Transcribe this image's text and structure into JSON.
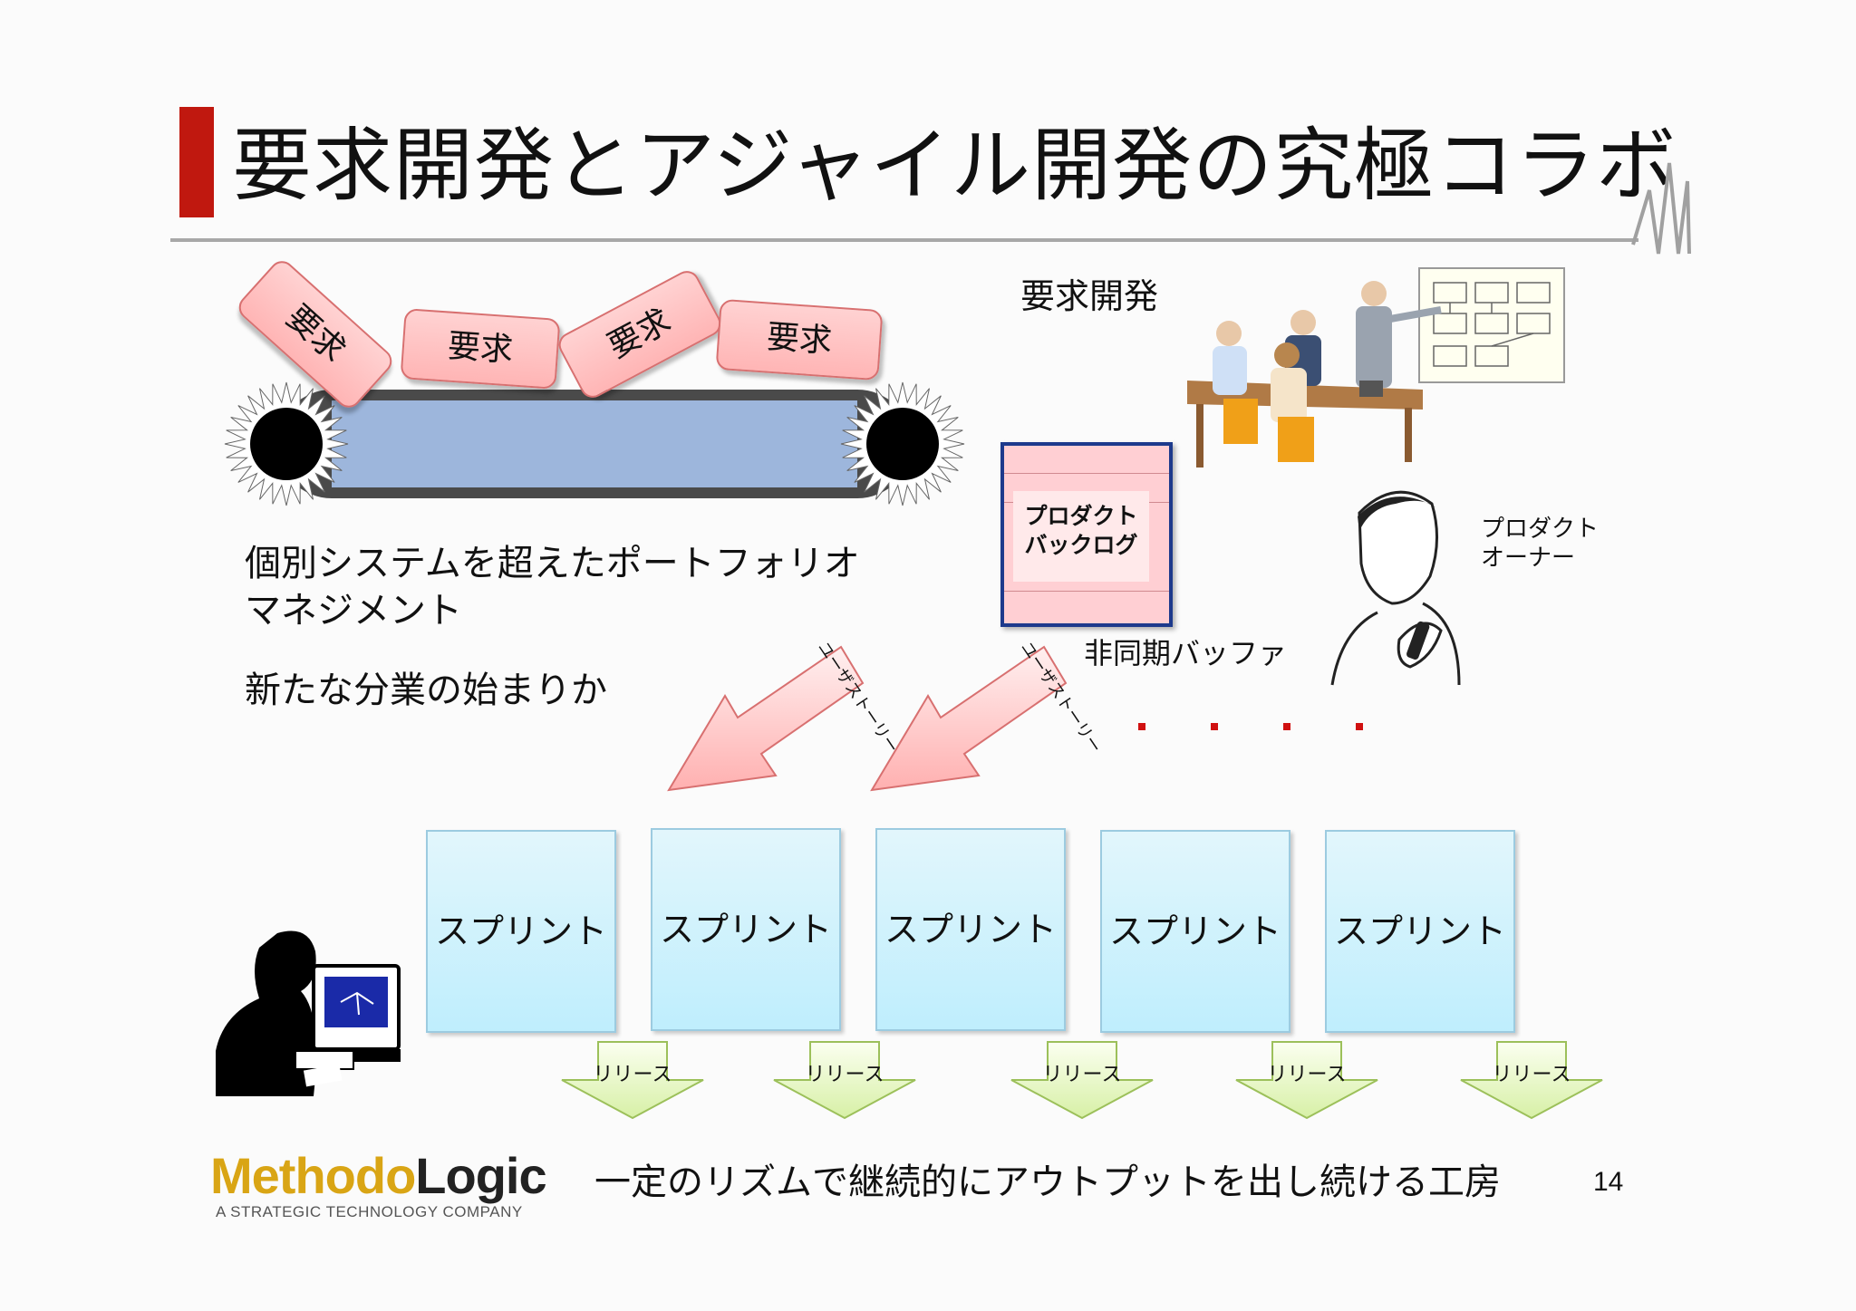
{
  "slide": {
    "title": "要求開発とアジャイル開発の究極コラボ",
    "page_number": "14"
  },
  "conveyor": {
    "cards": [
      "要求",
      "要求",
      "要求",
      "要求"
    ]
  },
  "left_text": {
    "line1": "個別システムを超えたポートフォリオ",
    "line2": "マネジメント",
    "line3": "新たな分業の始まりか"
  },
  "right": {
    "req_dev_label": "要求開発",
    "backlog_line1": "プロダクト",
    "backlog_line2": "バックログ",
    "buffer_label": "非同期バッファ",
    "owner_line1": "プロダクト",
    "owner_line2": "オーナー"
  },
  "arrows": {
    "story_label": "ユーザストーリー"
  },
  "sprints": [
    "スプリント",
    "スプリント",
    "スプリント",
    "スプリント",
    "スプリント"
  ],
  "releases": [
    "リリース",
    "リリース",
    "リリース",
    "リリース",
    "リリース"
  ],
  "footer": {
    "logo_part1": "Methodo",
    "logo_part2": "Logic",
    "logo_tagline": "A STRATEGIC TECHNOLOGY COMPANY",
    "bottom_text": "一定のリズムで継続的にアウトプットを出し続ける工房"
  },
  "colors": {
    "accent_red": "#c0180f",
    "card_pink": "#ffc4c4",
    "sprint_blue": "#c8f0fd",
    "release_green": "#e6f7c2",
    "logo_gold": "#d9a515"
  }
}
